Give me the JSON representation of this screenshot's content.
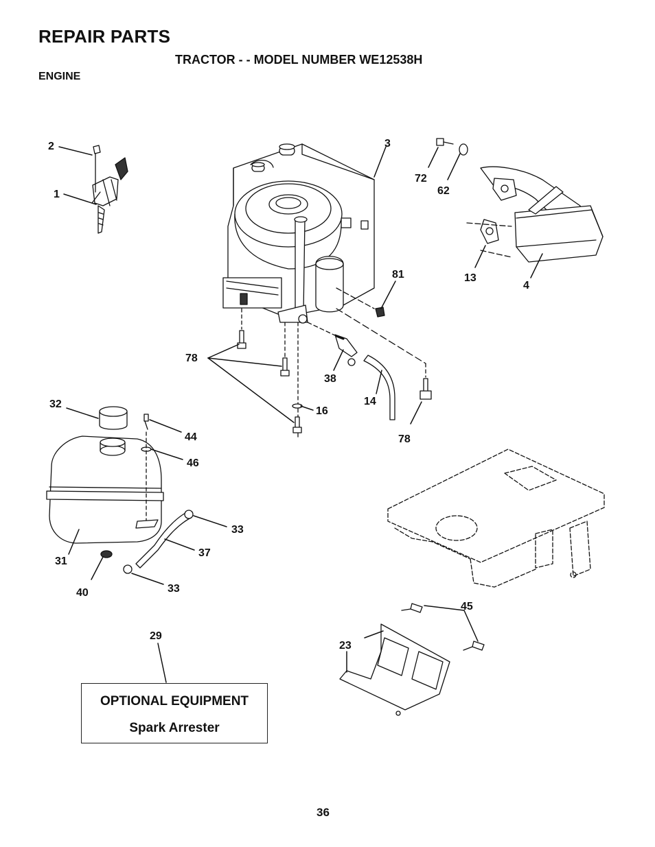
{
  "header": {
    "title": "REPAIR PARTS",
    "model_line": "TRACTOR - - MODEL NUMBER WE12538H",
    "section": "ENGINE"
  },
  "callouts": {
    "c1": "1",
    "c2": "2",
    "c3": "3",
    "c4": "4",
    "c13": "13",
    "c14": "14",
    "c16": "16",
    "c23": "23",
    "c29": "29",
    "c31": "31",
    "c32": "32",
    "c33a": "33",
    "c33b": "33",
    "c37": "37",
    "c38": "38",
    "c40": "40",
    "c44": "44",
    "c45": "45",
    "c46": "46",
    "c62": "62",
    "c72": "72",
    "c78a": "78",
    "c78b": "78",
    "c81": "81"
  },
  "optional": {
    "title": "OPTIONAL EQUIPMENT",
    "item": "Spark Arrester"
  },
  "footer": {
    "page_number": "36"
  }
}
